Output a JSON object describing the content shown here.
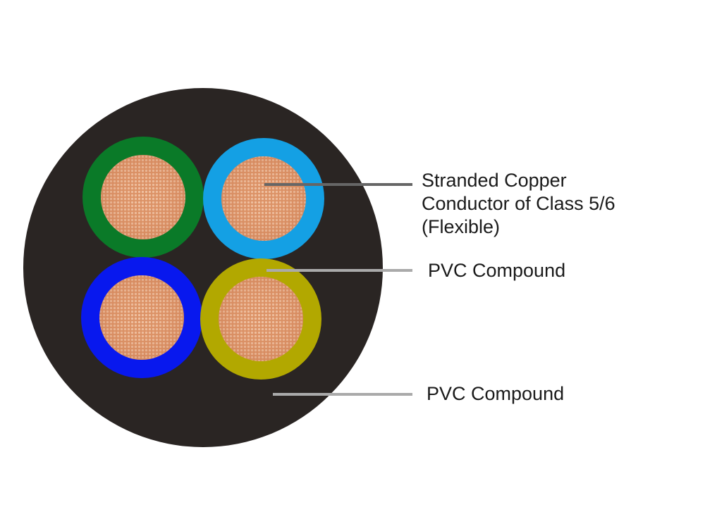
{
  "colors": {
    "sheath": "#2a2523",
    "copper": "#dc9266",
    "copper_strand": "#f6d2b8",
    "leader_dark": "#666666",
    "leader_light": "#aaaaaa",
    "insulation_green": "#0a7a28",
    "insulation_light_blue": "#14a0e4",
    "insulation_blue": "#0818ee",
    "insulation_yellow": "#b2a800"
  },
  "cores": [
    {
      "name": "core-green",
      "insulation_color": "#0a7a28"
    },
    {
      "name": "core-light-blue",
      "insulation_color": "#14a0e4"
    },
    {
      "name": "core-blue",
      "insulation_color": "#0818ee"
    },
    {
      "name": "core-yellow",
      "insulation_color": "#b2a800"
    }
  ],
  "labels": {
    "conductor": {
      "line1": "Stranded Copper",
      "line2": "Conductor of Class 5/6",
      "line3": "(Flexible)"
    },
    "insulation": "PVC Compound",
    "sheath": "PVC Compound"
  }
}
